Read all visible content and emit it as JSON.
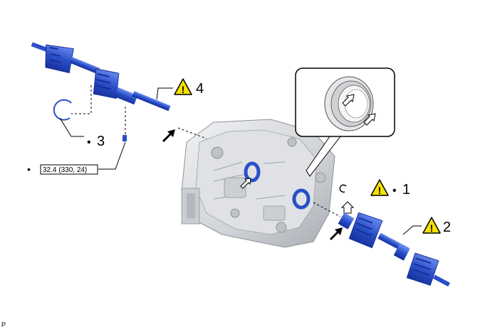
{
  "callouts": {
    "c1": "1",
    "c2": "2",
    "c3": "3",
    "c4": "4"
  },
  "torque_spec": "32.4 (330, 24)",
  "bullet": "•",
  "caution_symbol": "!",
  "footer_mark": "P",
  "icons": [
    "caution-triangle-icon",
    "install-direction-arrow-icon",
    "hollow-arrow-icon"
  ],
  "colors": {
    "shaft_blue": "#2a4fc8",
    "shaft_dark": "#16309a",
    "caution_yellow": "#f5e000",
    "transaxle_gray": "#d7d9dc"
  }
}
